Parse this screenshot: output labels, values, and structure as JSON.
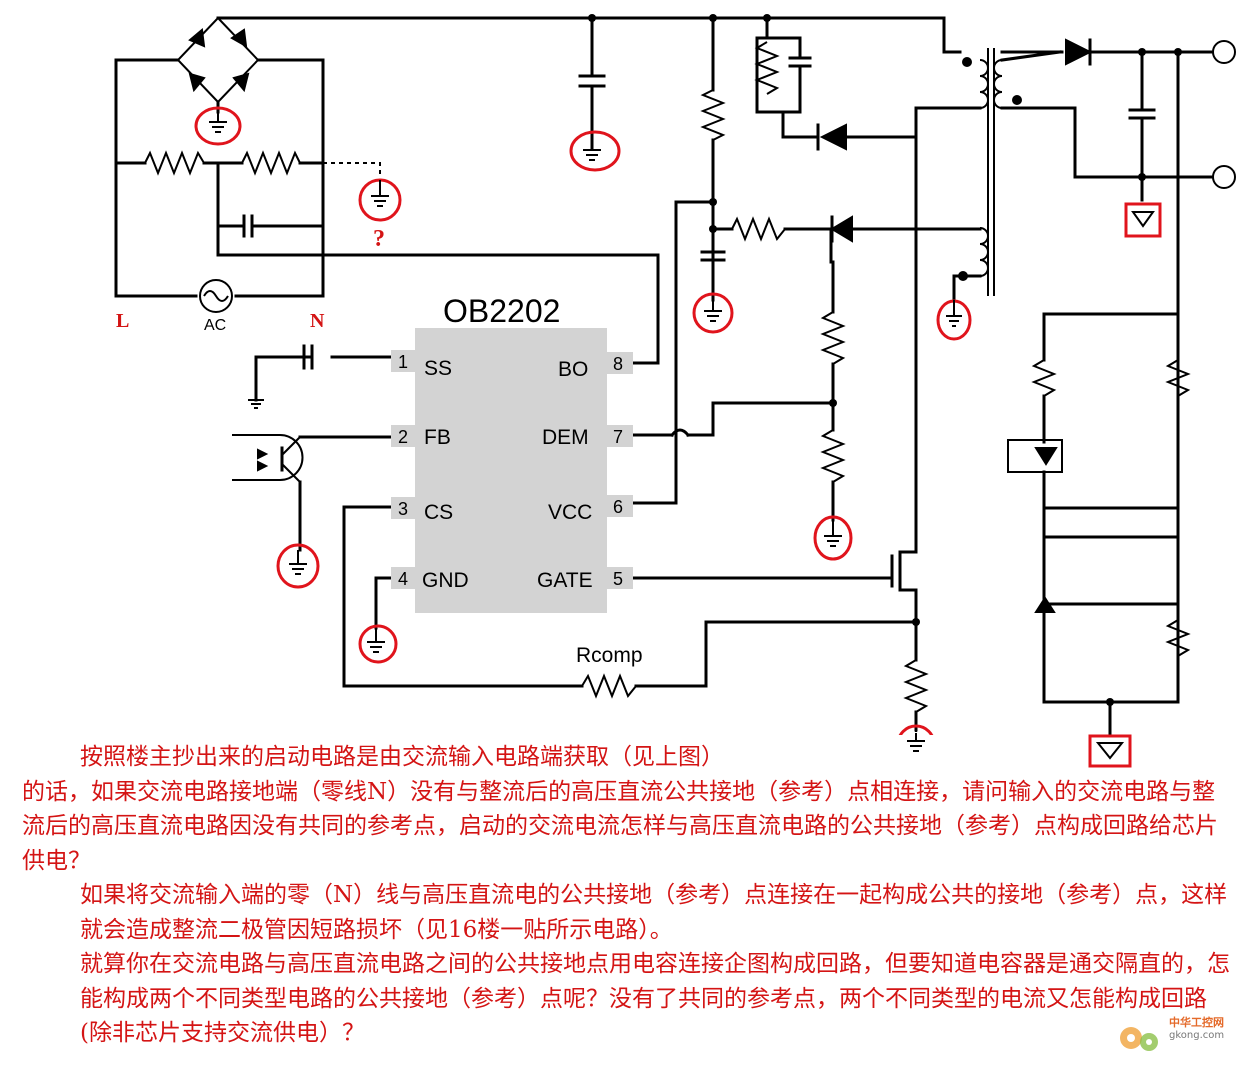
{
  "chip": {
    "name": "OB2202",
    "pins": [
      {
        "num": "1",
        "label": "SS"
      },
      {
        "num": "2",
        "label": "FB"
      },
      {
        "num": "3",
        "label": "CS"
      },
      {
        "num": "4",
        "label": "GND"
      },
      {
        "num": "8",
        "label": "BO"
      },
      {
        "num": "7",
        "label": "DEM"
      },
      {
        "num": "6",
        "label": "VCC"
      },
      {
        "num": "5",
        "label": "GATE"
      }
    ]
  },
  "labels": {
    "line": "L",
    "neutral": "N",
    "ac": "AC",
    "question": "?",
    "rcomp": "Rcomp"
  },
  "paragraphs": [
    "按照楼主抄出来的启动电路是由交流输入电路端获取（见上图）",
    "的话，如果交流电路接地端（零线N）没有与整流后的高压直流公共接地（参考）点相连接，请问输入的交流电路与整流后的高压直流电路因没有共同的参考点，启动的交流电流怎样与高压直流电路的公共接地（参考）点构成回路给芯片供电？",
    "如果将交流输入端的零（N）线与高压直流电的公共接地（参考）点连接在一起构成公共的接地（参考）点，这样就会造成整流二极管因短路损坏（见16楼一贴所示电路）。",
    "就算你在交流电路与高压直流电路之间的公共接地点用电容连接企图构成回路，但要知道电容器是通交隔直的，怎能构成两个不同类型电路的公共接地（参考）点呢？没有了共同的参考点，两个不同类型的电流又怎能构成回路(除非芯片支持交流供电）？"
  ],
  "watermark": {
    "title": "中华工控网",
    "url": "gkong.com"
  },
  "colors": {
    "annotation_red": "#d41414",
    "chip_fill": "#d3d3d3",
    "wire": "#000000"
  }
}
